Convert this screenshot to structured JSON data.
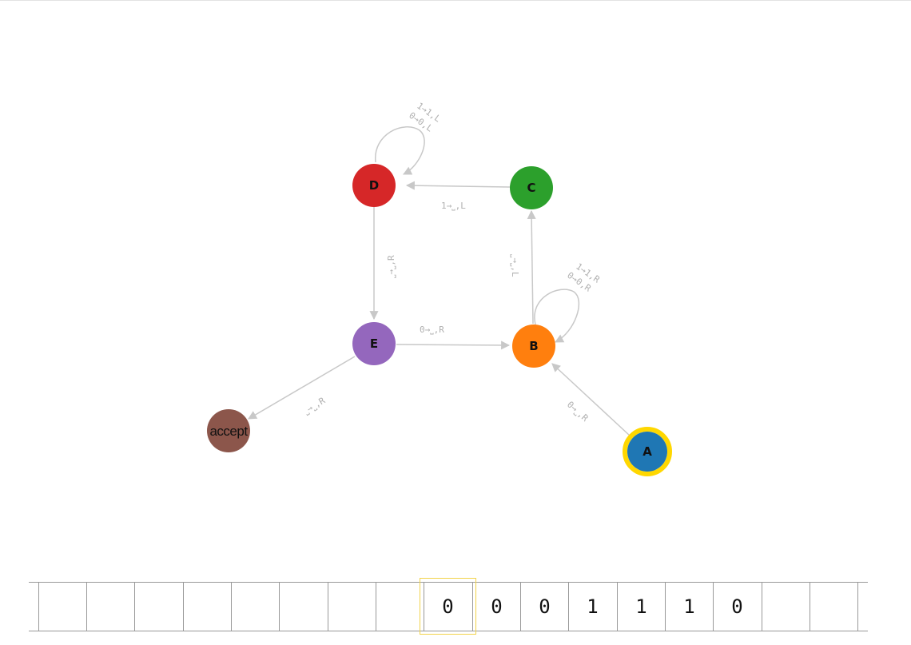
{
  "diagram": {
    "current_state": "A",
    "states": [
      {
        "id": "A",
        "label": "A",
        "color": "#1f77b4",
        "current": true
      },
      {
        "id": "B",
        "label": "B",
        "color": "#ff7f0e"
      },
      {
        "id": "C",
        "label": "C",
        "color": "#2ca02c"
      },
      {
        "id": "D",
        "label": "D",
        "color": "#d62728"
      },
      {
        "id": "E",
        "label": "E",
        "color": "#9467bd"
      },
      {
        "id": "accept",
        "label": "accept",
        "color": "#8c564b"
      }
    ],
    "transitions": [
      {
        "from": "A",
        "to": "B",
        "label": "0→⎵,R"
      },
      {
        "from": "B",
        "to": "B",
        "label_lines": [
          "1→1,R",
          "0→0,R"
        ]
      },
      {
        "from": "B",
        "to": "C",
        "label": "⎵→⎵,L"
      },
      {
        "from": "C",
        "to": "D",
        "label": "1→⎵,L"
      },
      {
        "from": "D",
        "to": "D",
        "label_lines": [
          "1→1,L",
          "0→0,L"
        ]
      },
      {
        "from": "D",
        "to": "E",
        "label": "⎵→⎵,R"
      },
      {
        "from": "E",
        "to": "B",
        "label": "0→⎵,R"
      },
      {
        "from": "E",
        "to": "accept",
        "label": "⎵→⎵,R"
      }
    ],
    "colors": {
      "edge": "#c8c8c8",
      "edge_label": "#b0b0b0",
      "current_ring": "#ffd700"
    }
  },
  "tape": {
    "cells": [
      "",
      "",
      "",
      "",
      "",
      "",
      "",
      "",
      "0",
      "0",
      "0",
      "1",
      "1",
      "1",
      "0",
      "",
      "",
      ""
    ],
    "head_index": 8
  }
}
